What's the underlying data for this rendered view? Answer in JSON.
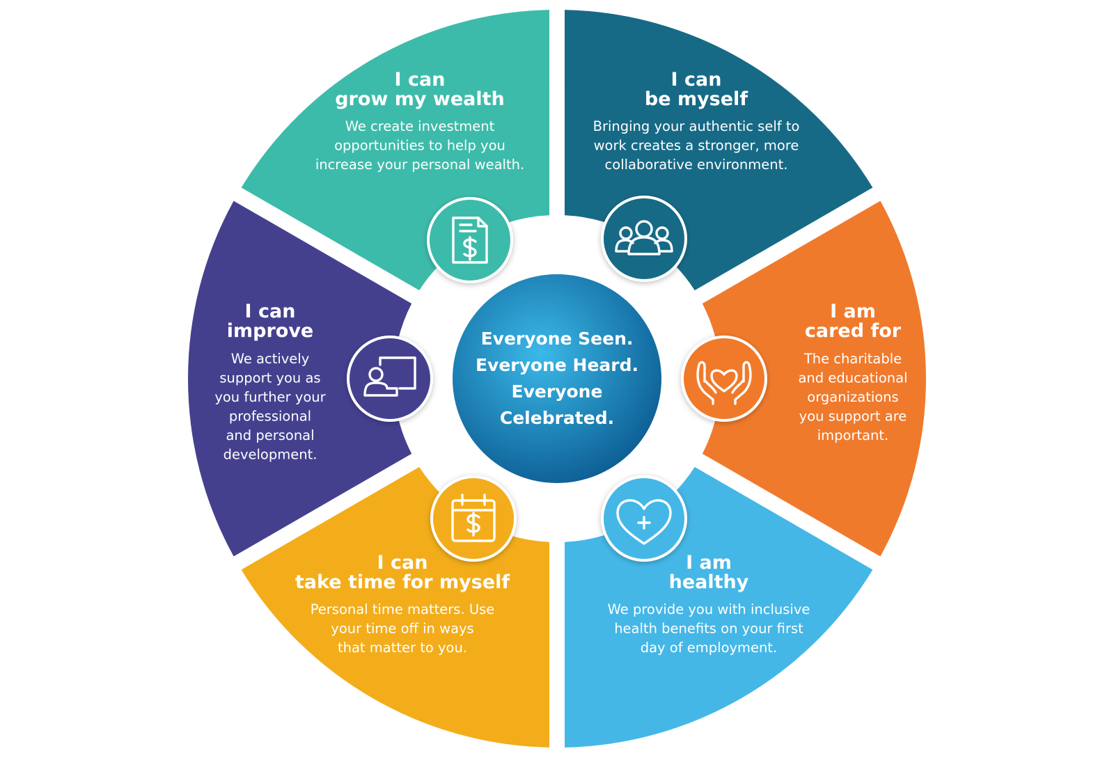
{
  "center": {
    "lines": [
      "Everyone Seen.",
      "Everyone Heard.",
      "Everyone",
      "Celebrated."
    ]
  },
  "segments": [
    {
      "id": "grow-wealth",
      "color": "#3dbbaa",
      "icon": "document-dollar-icon",
      "title": [
        "I can",
        "grow my wealth"
      ],
      "text": [
        "We create investment",
        "opportunities to help you",
        "increase your personal wealth."
      ]
    },
    {
      "id": "be-myself",
      "color": "#176a86",
      "icon": "people-group-icon",
      "title": [
        "I can",
        "be myself"
      ],
      "text": [
        "Bringing your authentic self to",
        "work creates a stronger, more",
        "collaborative environment."
      ]
    },
    {
      "id": "cared-for",
      "color": "#f07a2c",
      "icon": "hands-heart-icon",
      "title": [
        "I am",
        "cared for"
      ],
      "text": [
        "The charitable",
        "and educational",
        "organizations",
        "you support are",
        "important."
      ]
    },
    {
      "id": "healthy",
      "color": "#45b7e6",
      "icon": "heart-plus-icon",
      "title": [
        "I am",
        "healthy"
      ],
      "text": [
        "We provide you with inclusive",
        "health benefits on your first",
        "day of employment."
      ]
    },
    {
      "id": "take-time",
      "color": "#f3ad1a",
      "icon": "calendar-dollar-icon",
      "title": [
        "I can",
        "take time for myself"
      ],
      "text": [
        "Personal time matters. Use",
        "your time off in ways",
        "that matter to you."
      ]
    },
    {
      "id": "improve",
      "color": "#45408e",
      "icon": "presenter-board-icon",
      "title": [
        "I can",
        "improve"
      ],
      "text": [
        "We actively",
        "support you as",
        "you further your",
        "professional",
        "and personal",
        "development."
      ]
    }
  ]
}
